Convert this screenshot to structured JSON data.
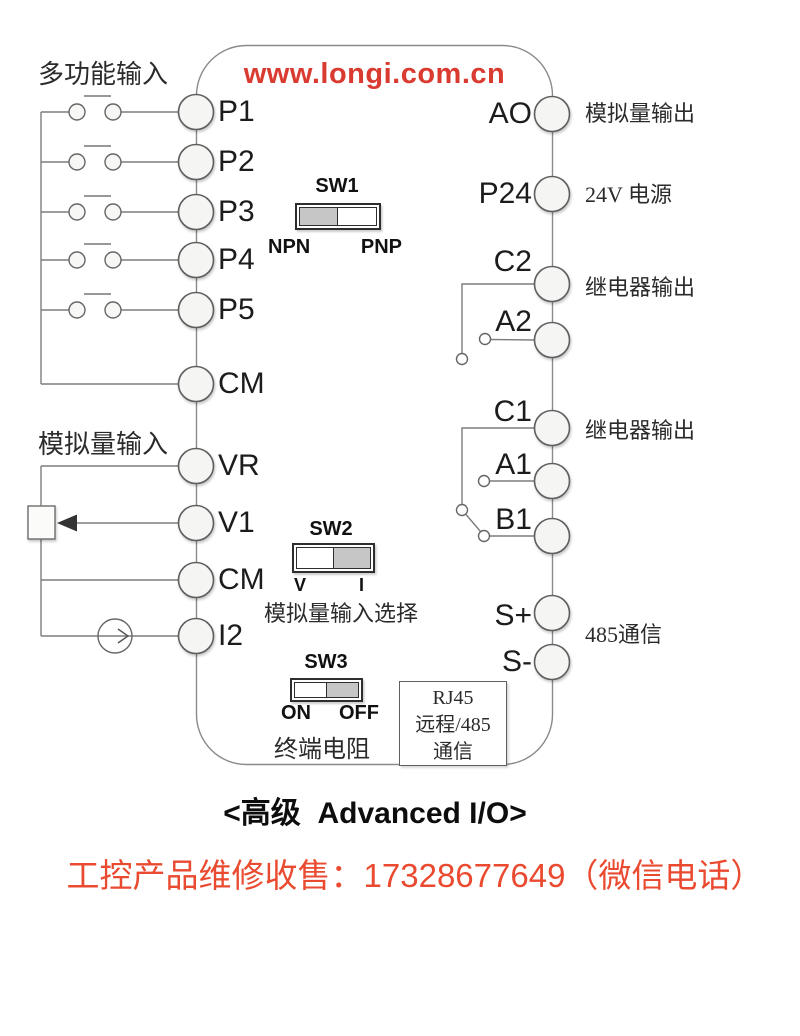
{
  "header": {
    "website": "www.longi.com.cn"
  },
  "section_labels": {
    "multi_function_input": "多功能输入",
    "analog_input": "模拟量输入"
  },
  "left_terminals": [
    "P1",
    "P2",
    "P3",
    "P4",
    "P5",
    "CM",
    "VR",
    "V1",
    "CM",
    "I2"
  ],
  "right_terminals": [
    {
      "id": "AO",
      "desc": "模拟量输出"
    },
    {
      "id": "P24",
      "desc": "24V 电源"
    },
    {
      "id": "C2",
      "desc": "继电器输出"
    },
    {
      "id": "A2",
      "desc": ""
    },
    {
      "id": "C1",
      "desc": "继电器输出"
    },
    {
      "id": "A1",
      "desc": ""
    },
    {
      "id": "B1",
      "desc": ""
    },
    {
      "id": "S+",
      "desc": "485通信"
    },
    {
      "id": "S-",
      "desc": ""
    }
  ],
  "switches": [
    {
      "name": "SW1",
      "left": "NPN",
      "right": "PNP",
      "selected": "NPN",
      "caption": ""
    },
    {
      "name": "SW2",
      "left": "V",
      "right": "I",
      "selected": "I",
      "caption": "模拟量输入选择"
    },
    {
      "name": "SW3",
      "left": "ON",
      "right": "OFF",
      "selected": "OFF",
      "caption": "终端电阻"
    }
  ],
  "rj45_box": {
    "line1": "RJ45",
    "line2": "远程/485",
    "line3": "通信"
  },
  "footer": {
    "title": "<高级  Advanced I/O>",
    "contact": "工控产品维修收售：17328677649（微信电话）"
  },
  "colors": {
    "wire_gray": "#7d7d7d",
    "switch_selected_gray": "#c6c6c6",
    "website_red": "#d93b30",
    "contact_red": "#ea4a30"
  }
}
